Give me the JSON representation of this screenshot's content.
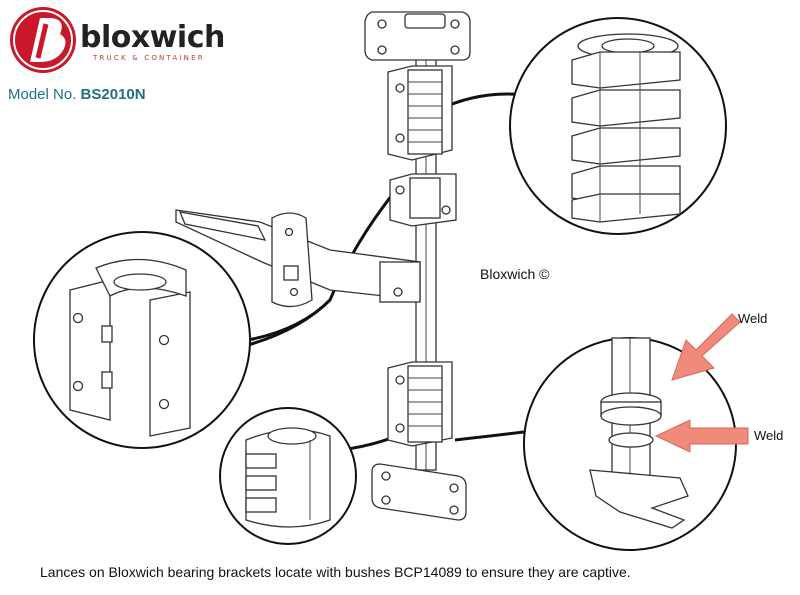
{
  "brand": {
    "name": "bloxwich",
    "tagline": "TRUCK & CONTAINER",
    "logo_color": "#c0392b"
  },
  "model": {
    "label": "Model No.",
    "number": "BS2010N"
  },
  "copyright": "Bloxwich ©",
  "welds": {
    "upper": "Weld",
    "lower": "Weld",
    "arrow_color": "#f08a7a"
  },
  "caption": "Lances on Bloxwich bearing brackets locate with bushes BCP14089 to ensure they are captive."
}
